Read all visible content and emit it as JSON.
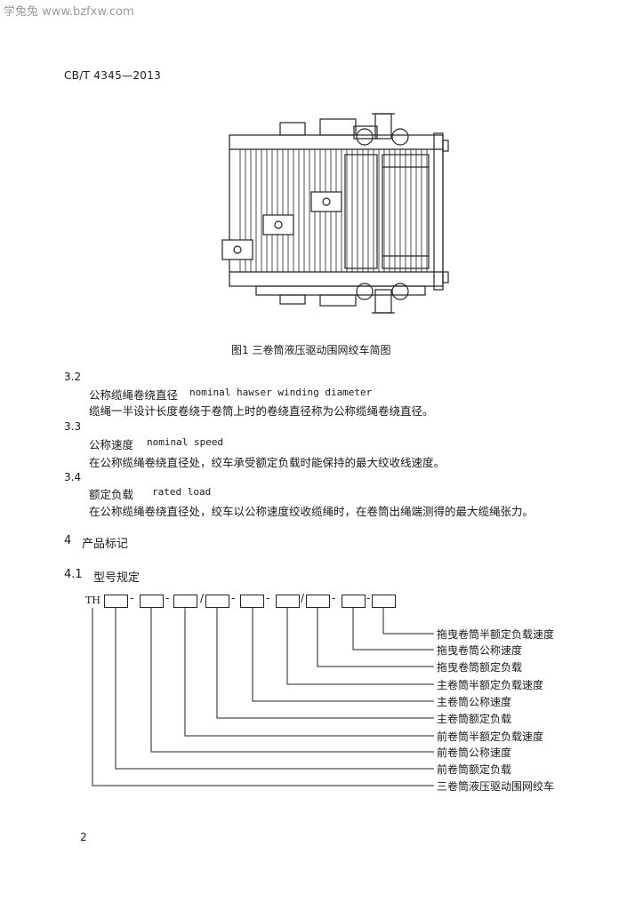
{
  "watermark": "学兔兔 www.bzfxw.com",
  "header": {
    "standard_code": "CB/T 4345—2013"
  },
  "figure": {
    "caption": "图1  三卷筒液压驱动围网绞车简图"
  },
  "sections": {
    "s32": {
      "number": "3.2",
      "term_zh": "公称缆绳卷绕直径",
      "term_en": "nominal hawser winding diameter",
      "definition": "缆绳一半设计长度卷绕于卷筒上时的卷绕直径称为公称缆绳卷绕直径。"
    },
    "s33": {
      "number": "3.3",
      "term_zh": "公称速度",
      "term_en": "nominal speed",
      "definition": "在公称缆绳卷绕直径处，绞车承受额定负载时能保持的最大绞收线速度。"
    },
    "s34": {
      "number": "3.4",
      "term_zh": "额定负载",
      "term_en": "rated load",
      "definition": "在公称缆绳卷绕直径处，绞车以公称速度绞收缆绳时，在卷筒出绳端测得的最大缆绳张力。"
    },
    "s4": {
      "number": "4",
      "title": "产品标记"
    },
    "s41": {
      "number": "4.1",
      "title": "型号规定"
    }
  },
  "model_code": {
    "prefix": "TH",
    "dash": "-",
    "slash": "/",
    "labels": [
      "拖曳卷筒半额定负载速度",
      "拖曳卷筒公称速度",
      "拖曳卷筒额定负载",
      "主卷筒半额定负载速度",
      "主卷筒公称速度",
      "主卷筒额定负载",
      "前卷筒半额定负载速度",
      "前卷筒公称速度",
      "前卷筒额定负载",
      "三卷筒液压驱动围网绞车"
    ]
  },
  "footer": {
    "page_number": "2"
  }
}
